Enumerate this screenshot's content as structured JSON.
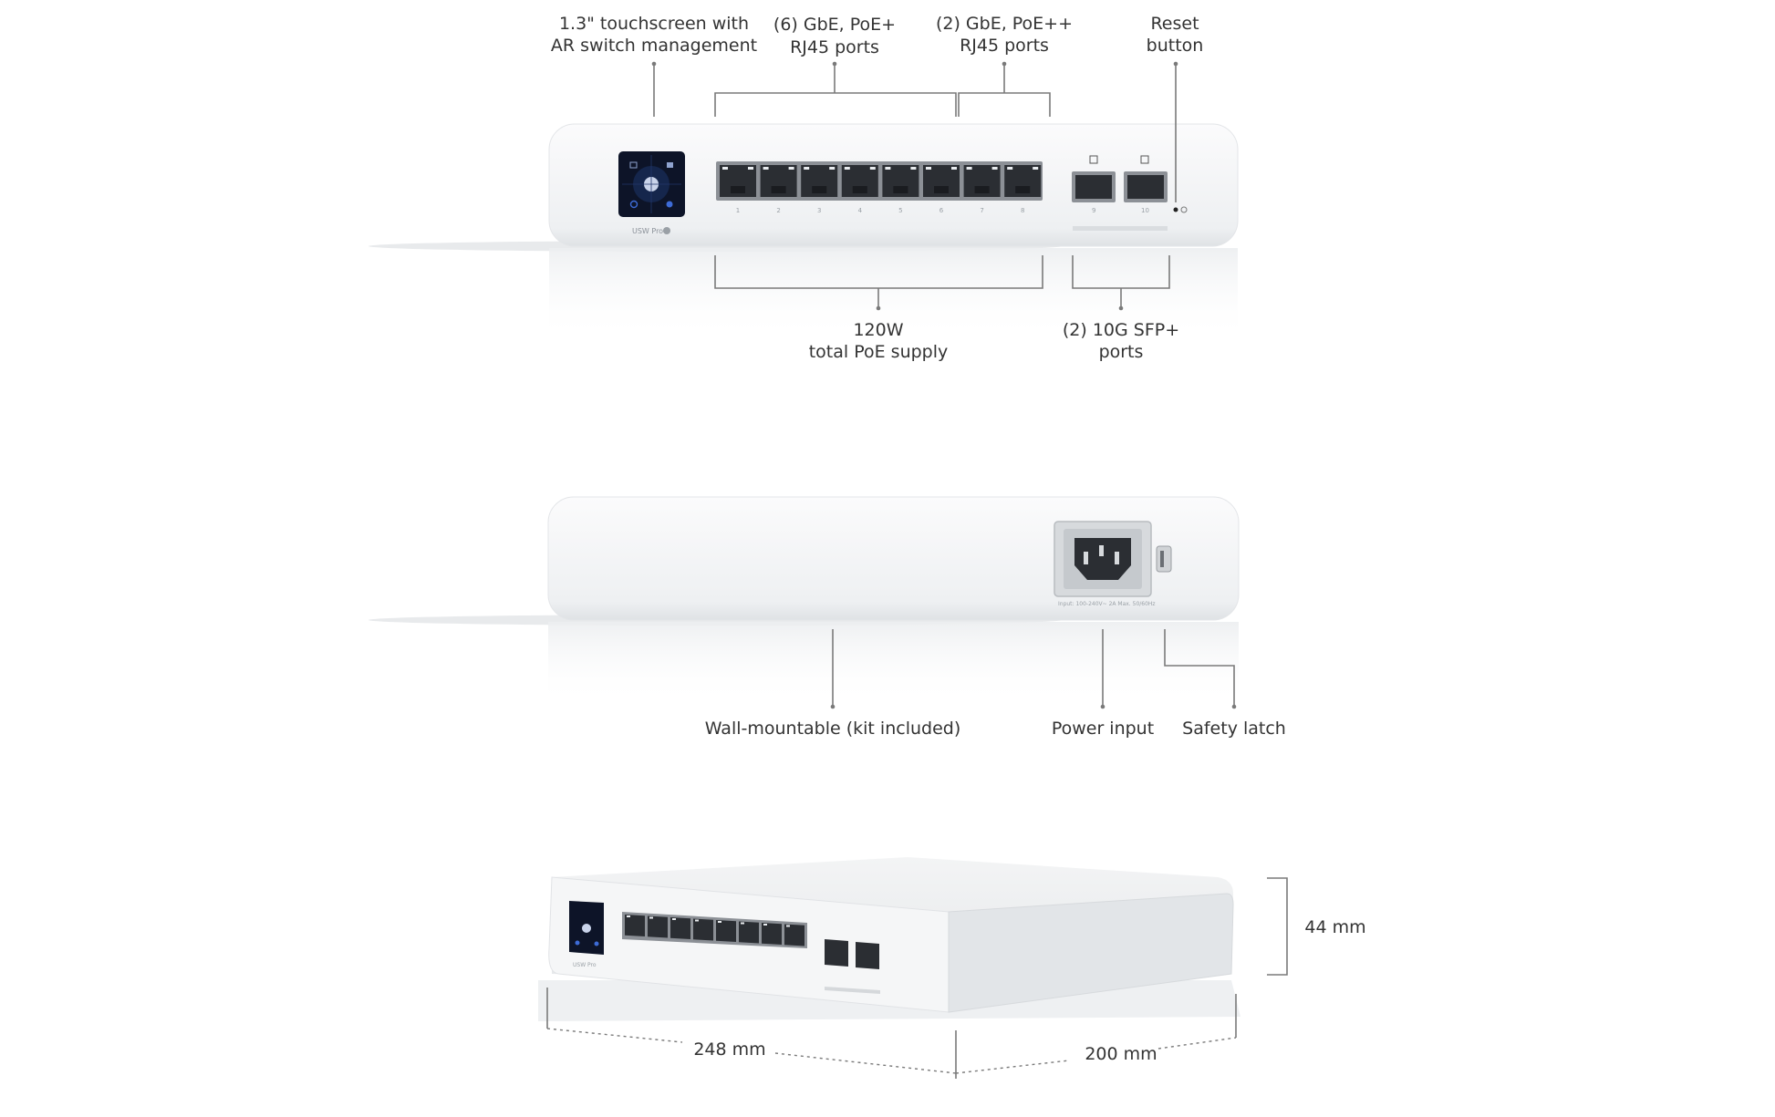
{
  "front_callouts": {
    "touchscreen": [
      "1.3\" touchscreen with",
      "AR switch management"
    ],
    "poe_plus": [
      "(6) GbE, PoE+",
      "RJ45 ports"
    ],
    "poe_plusplus": [
      "(2) GbE, PoE++",
      "RJ45 ports"
    ],
    "reset": [
      "Reset",
      "button"
    ],
    "poe_supply": [
      "120W",
      "total PoE supply"
    ],
    "sfp": [
      "(2) 10G SFP+",
      "ports"
    ]
  },
  "back_callouts": {
    "wall_mount": "Wall-mountable (kit included)",
    "power_input": "Power input",
    "safety_latch": "Safety latch"
  },
  "dimensions": {
    "height": "44 mm",
    "width": "248 mm",
    "depth": "200 mm"
  },
  "device": {
    "model_label": "USW Pro",
    "port_numbers": [
      "1",
      "2",
      "3",
      "4",
      "5",
      "6",
      "7",
      "8"
    ],
    "sfp_numbers": [
      "9",
      "10"
    ],
    "power_rating": "Input: 100-240V~ 2A Max. 50/60Hz"
  },
  "colors": {
    "device_body": "#f4f5f6",
    "screen": "#0d1428",
    "screen_accent": "#3d6bd6",
    "port": "#2b2e33"
  }
}
